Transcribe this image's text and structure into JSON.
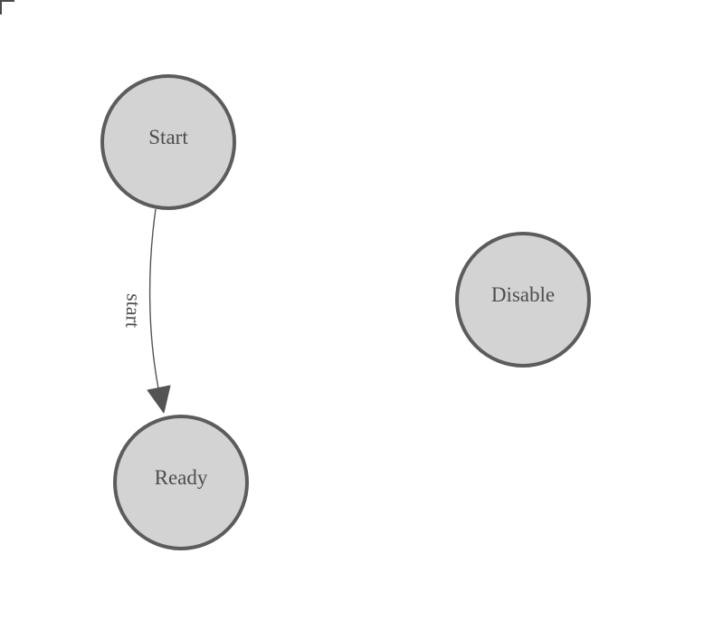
{
  "diagram": {
    "background_color": "#ffffff",
    "nodes": [
      {
        "id": "start",
        "label": "Start"
      },
      {
        "id": "ready",
        "label": "Ready"
      },
      {
        "id": "disable",
        "label": "Disable"
      }
    ],
    "edges": [
      {
        "from": "start",
        "to": "ready",
        "label": "start"
      }
    ],
    "colors": {
      "node_fill": "#d3d3d3",
      "node_stroke": "#5c5c5c",
      "node_text": "#4d4d4d",
      "edge_stroke": "#545454",
      "edge_label_text": "#4d4d4d",
      "corner_mark": "#4a4a4a"
    }
  }
}
